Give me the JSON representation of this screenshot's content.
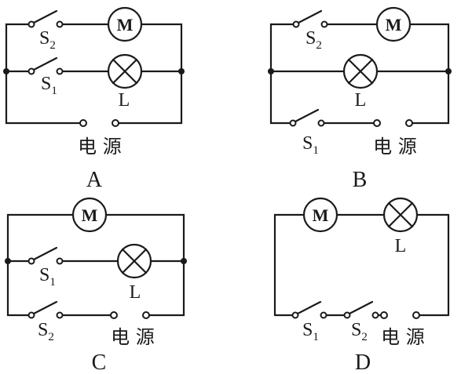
{
  "components": {
    "motor": "M",
    "lamp": "L",
    "switch_prefix": "S",
    "switch1_sub": "1",
    "switch2_sub": "2",
    "power_source": "电 源"
  },
  "options": {
    "a": "A",
    "b": "B",
    "c": "C",
    "d": "D"
  }
}
